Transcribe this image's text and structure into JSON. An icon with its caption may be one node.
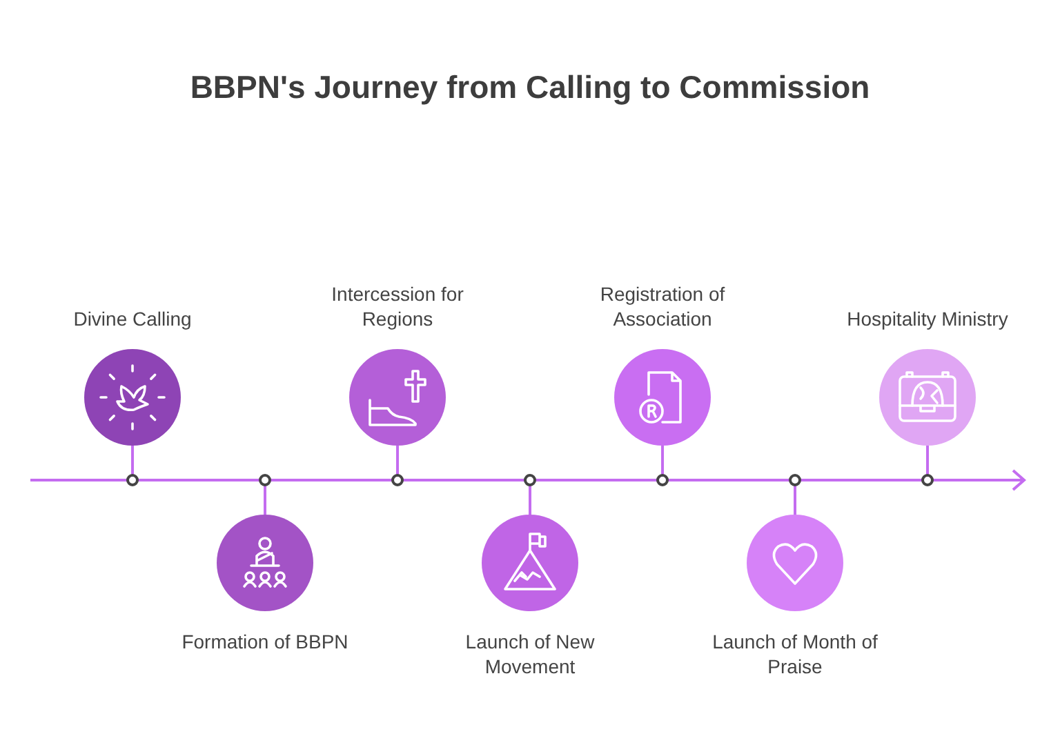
{
  "diagram": {
    "title": "BBPN's Journey from Calling to Commission",
    "nodes": [
      {
        "text": [
          "Divine Calling"
        ]
      },
      {
        "text": [
          "Formation of BBPN"
        ]
      },
      {
        "text": [
          "Intercession for Regions"
        ]
      },
      {
        "text": [
          "Launch of New Movement"
        ]
      },
      {
        "text": [
          "Registration of Association"
        ]
      },
      {
        "text": [
          "Launch of Month of Praise"
        ]
      },
      {
        "text": [
          "Hospitality Ministry"
        ]
      },
      {
        "text": [],
        "shape": "circle"
      },
      {
        "text": [],
        "shape": "circle"
      },
      {
        "text": [],
        "shape": "circle"
      },
      {
        "text": [],
        "shape": "circle"
      },
      {
        "text": [],
        "shape": "circle"
      },
      {
        "text": [],
        "shape": "circle"
      },
      {
        "text": [],
        "shape": "circle"
      }
    ],
    "edges": [
      {
        "from": 0,
        "to": 7,
        "arrow": "none"
      },
      {
        "from": 1,
        "to": 8,
        "arrow": "none"
      },
      {
        "from": 2,
        "to": 9,
        "arrow": "none"
      },
      {
        "from": 3,
        "to": 10,
        "arrow": "none"
      },
      {
        "from": 4,
        "to": 11,
        "arrow": "none"
      },
      {
        "from": 5,
        "to": 12,
        "arrow": "none"
      },
      {
        "from": 6,
        "to": 13,
        "arrow": "none"
      }
    ]
  }
}
